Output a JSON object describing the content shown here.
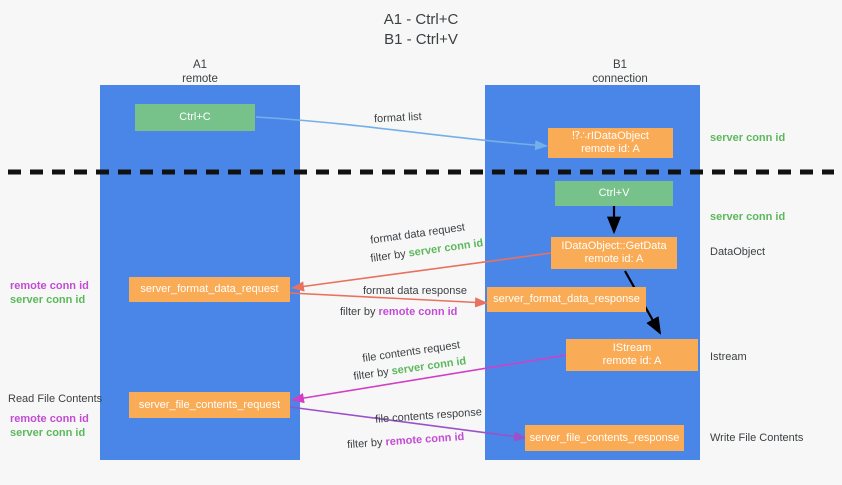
{
  "title": {
    "line1": "A1 - Ctrl+C",
    "line2": "B1 - Ctrl+V"
  },
  "columns": [
    {
      "name": "A1",
      "sub": "remote"
    },
    {
      "name": "B1",
      "sub": "connection"
    }
  ],
  "boxes": {
    "ctrl_c": "Ctrl+C",
    "ctrl_v": "Ctrl+V",
    "idataobject": {
      "line1": "⁉∴rIDataObject",
      "line2": "remote id: A"
    },
    "getdata": {
      "line1": "IDataObject::GetData",
      "line2": "remote id: A"
    },
    "istream": {
      "line1": "IStream",
      "line2": "remote id: A"
    },
    "server_format_data_request": "server_format_data_request",
    "server_format_data_response": "server_format_data_response",
    "server_file_contents_request": "server_file_contents_request",
    "server_file_contents_response": "server_file_contents_response"
  },
  "annotations": {
    "format_list": "format list",
    "format_data_request": "format data request",
    "format_data_response": "format data response",
    "file_contents_request": "file contents request",
    "file_contents_response": "file contents response",
    "filter_by": "filter by",
    "server_conn_id": "server conn id",
    "remote_conn_id": "remote conn id"
  },
  "right_labels": {
    "server_conn_id_top": "server conn id",
    "server_conn_id_mid": "server conn id",
    "dataobject": "DataObject",
    "istream": "Istream",
    "write_file_contents": "Write File Contents"
  },
  "left_labels": {
    "remote_conn_id_1": "remote conn id",
    "server_conn_id_1": "server conn id",
    "read_file_contents": "Read File Contents",
    "remote_conn_id_2": "remote conn id",
    "server_conn_id_2": "server conn id"
  },
  "colors": {
    "lane": "#4a86e8",
    "green_box": "#76c28a",
    "orange_box": "#f9ab55",
    "blue_arrow": "#74b0e8",
    "red_arrow": "#e8715f",
    "magenta_arrow": "#d23fc4",
    "purple_arrow": "#9b51c9",
    "black": "#000000",
    "green_text": "#5cb85c",
    "purple_text": "#c34cd4"
  }
}
